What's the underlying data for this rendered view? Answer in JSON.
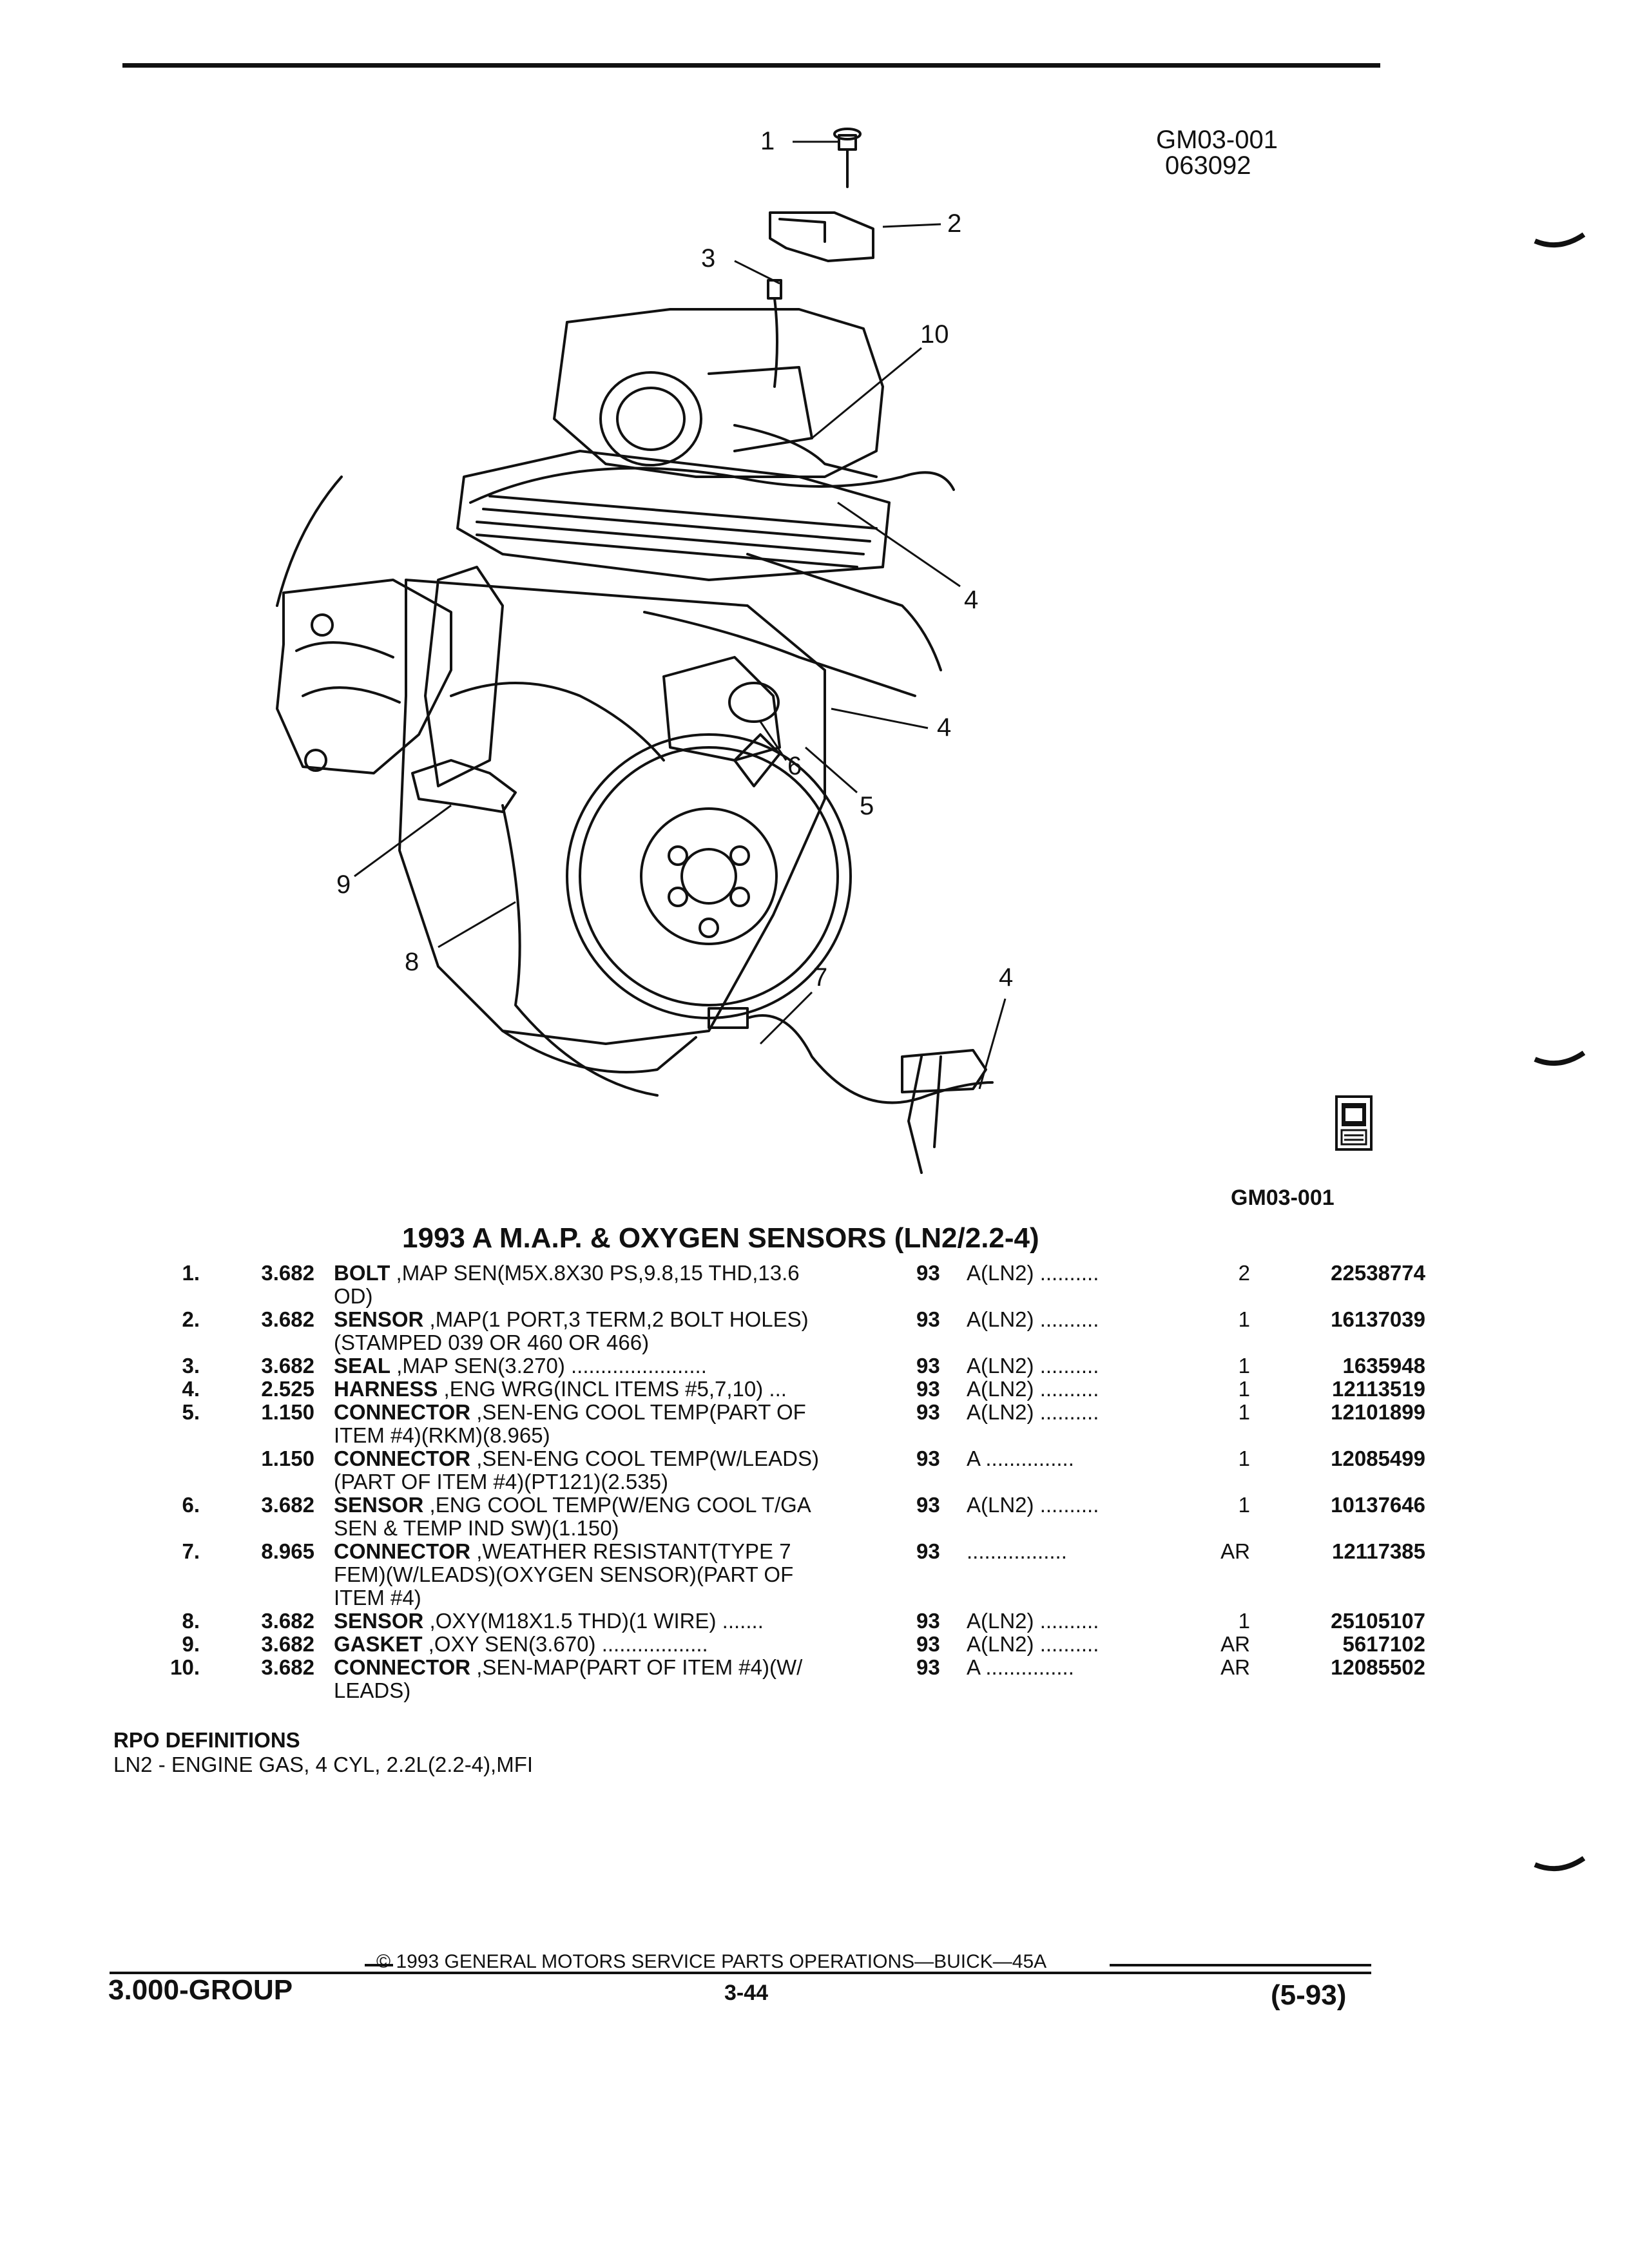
{
  "header": {
    "figure_code": "GM03-001",
    "date_code": "063092"
  },
  "figure": {
    "callouts": [
      "1",
      "2",
      "3",
      "10",
      "4",
      "4",
      "5",
      "6",
      "9",
      "8",
      "7",
      "4"
    ],
    "code_below": "GM03-001",
    "icon": "gm-spo-logo-icon"
  },
  "title": "1993 A M.A.P. & OXYGEN SENSORS (LN2/2.2-4)",
  "parts": [
    {
      "num": "1.",
      "ref": "3.682",
      "name": "BOLT",
      "desc": " ,MAP SEN(M5X.8X30 PS,9.8,15 THD,13.6\nOD)",
      "year": "93",
      "usage": "A(LN2) ..........",
      "qty": "2",
      "part_no": "22538774"
    },
    {
      "num": "2.",
      "ref": "3.682",
      "name": "SENSOR",
      "desc": " ,MAP(1 PORT,3 TERM,2 BOLT HOLES)\n(STAMPED 039 OR 460 OR 466)",
      "year": "93",
      "usage": "A(LN2) ..........",
      "qty": "1",
      "part_no": "16137039"
    },
    {
      "num": "3.",
      "ref": "3.682",
      "name": "SEAL",
      "desc": " ,MAP SEN(3.270) .......................",
      "year": "93",
      "usage": "A(LN2) ..........",
      "qty": "1",
      "part_no": "1635948"
    },
    {
      "num": "4.",
      "ref": "2.525",
      "name": "HARNESS",
      "desc": " ,ENG WRG(INCL ITEMS #5,7,10) ...",
      "year": "93",
      "usage": "A(LN2) ..........",
      "qty": "1",
      "part_no": "12113519"
    },
    {
      "num": "5.",
      "ref": "1.150",
      "name": "CONNECTOR",
      "desc": " ,SEN-ENG COOL TEMP(PART OF\nITEM #4)(RKM)(8.965)",
      "year": "93",
      "usage": "A(LN2) ..........",
      "qty": "1",
      "part_no": "12101899"
    },
    {
      "num": "",
      "ref": "1.150",
      "name": "CONNECTOR",
      "desc": " ,SEN-ENG COOL TEMP(W/LEADS)\n(PART OF ITEM #4)(PT121)(2.535)",
      "year": "93",
      "usage": "A ...............",
      "qty": "1",
      "part_no": "12085499"
    },
    {
      "num": "6.",
      "ref": "3.682",
      "name": "SENSOR",
      "desc": " ,ENG COOL TEMP(W/ENG COOL T/GA\nSEN & TEMP IND SW)(1.150)",
      "year": "93",
      "usage": "A(LN2) ..........",
      "qty": "1",
      "part_no": "10137646"
    },
    {
      "num": "7.",
      "ref": "8.965",
      "name": "CONNECTOR",
      "desc": " ,WEATHER RESISTANT(TYPE 7\nFEM)(W/LEADS)(OXYGEN SENSOR)(PART OF\nITEM #4)",
      "year": "93",
      "usage": ".................",
      "qty": "AR",
      "part_no": "12117385"
    },
    {
      "num": "8.",
      "ref": "3.682",
      "name": "SENSOR",
      "desc": " ,OXY(M18X1.5 THD)(1 WIRE) .......",
      "year": "93",
      "usage": "A(LN2) ..........",
      "qty": "1",
      "part_no": "25105107"
    },
    {
      "num": "9.",
      "ref": "3.682",
      "name": "GASKET",
      "desc": " ,OXY SEN(3.670) ..................",
      "year": "93",
      "usage": "A(LN2) ..........",
      "qty": "AR",
      "part_no": "5617102"
    },
    {
      "num": "10.",
      "ref": "3.682",
      "name": "CONNECTOR",
      "desc": " ,SEN-MAP(PART OF ITEM #4)(W/\nLEADS)",
      "year": "93",
      "usage": "A ...............",
      "qty": "AR",
      "part_no": "12085502"
    }
  ],
  "rpo": {
    "title": "RPO DEFINITIONS",
    "text": "LN2 - ENGINE GAS, 4 CYL, 2.2L(2.2-4),MFI"
  },
  "footer": {
    "copyright": "© 1993 GENERAL MOTORS SERVICE PARTS OPERATIONS—BUICK—45A",
    "group": "3.000-GROUP",
    "page": "3-44",
    "edition": "(5-93)"
  }
}
